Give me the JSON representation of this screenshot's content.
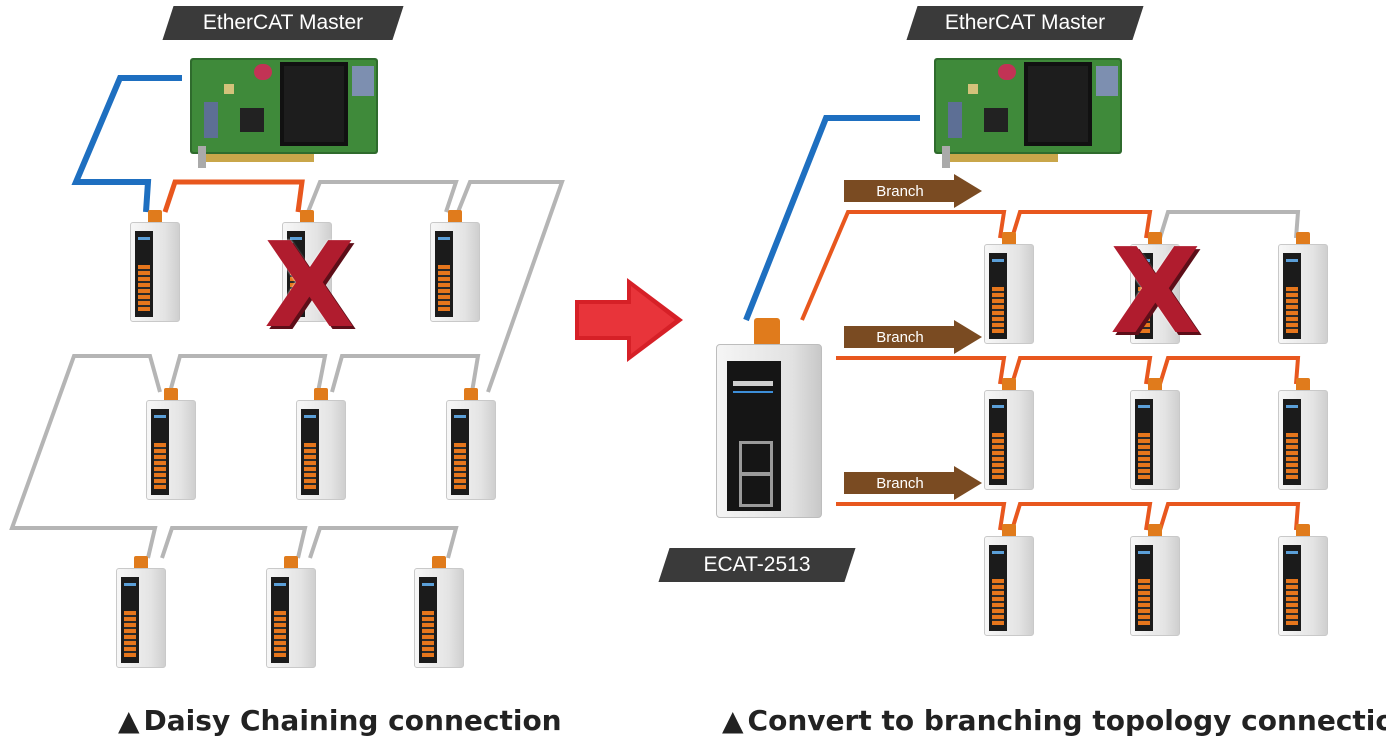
{
  "left_panel": {
    "master_label": "EtherCAT Master",
    "caption_symbol": "▲",
    "caption": "Daisy Chaining connection"
  },
  "right_panel": {
    "master_label": "EtherCAT Master",
    "branch_labels": [
      "Branch",
      "Branch",
      "Branch"
    ],
    "device_label": "ECAT-2513",
    "caption_symbol": "▲",
    "caption": "Convert to branching topology connection"
  },
  "colors": {
    "master_link": "#1e6fc0",
    "active_link": "#e8571e",
    "inactive_link": "#b5b5b5",
    "branch_arrow": "#7a4b22",
    "failure_mark": "#b01c2e",
    "convert_arrow": "#d62027"
  },
  "icons": {
    "failed_module": "x-mark",
    "convert": "right-arrow"
  }
}
